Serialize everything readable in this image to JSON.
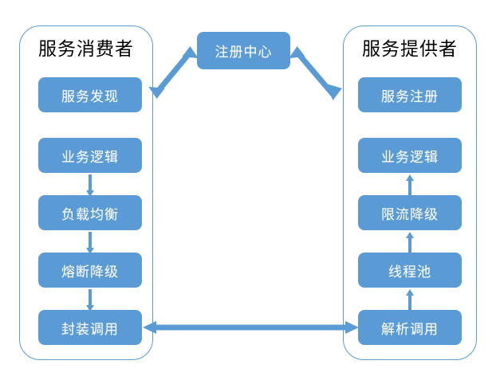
{
  "diagram": {
    "title_consumer": "服务消费者",
    "title_provider": "服务提供者",
    "registry": {
      "label": "注册中心"
    },
    "colors": {
      "node_fill": "#5B9BD5",
      "node_text": "#FFFFFF",
      "panel_border": "#5B9BD5",
      "panel_fill": "#FFFFFF",
      "arrow": "#5B9BD5",
      "title_text": "#000000",
      "background": "#FFFFFF"
    },
    "consumer": {
      "title": "服务消费者",
      "nodes": [
        {
          "label": "服务发现"
        },
        {
          "label": "业务逻辑"
        },
        {
          "label": "负载均衡"
        },
        {
          "label": "熔断降级"
        },
        {
          "label": "封装调用"
        }
      ]
    },
    "provider": {
      "title": "服务提供者",
      "nodes": [
        {
          "label": "服务注册"
        },
        {
          "label": "业务逻辑"
        },
        {
          "label": "限流降级"
        },
        {
          "label": "线程池"
        },
        {
          "label": "解析调用"
        }
      ]
    },
    "connectors": [
      {
        "name": "consumer-discovery-to-registry",
        "kind": "double-diagonal",
        "direction": "bidirectional"
      },
      {
        "name": "registry-to-provider-register",
        "kind": "double-diagonal",
        "direction": "bidirectional"
      },
      {
        "name": "consumer-invoke-to-provider-parse",
        "kind": "double-horizontal",
        "direction": "bidirectional"
      },
      {
        "name": "consumer-logic-to-loadbalance",
        "kind": "vertical",
        "direction": "down"
      },
      {
        "name": "consumer-loadbalance-to-circuitbreak",
        "kind": "vertical",
        "direction": "down"
      },
      {
        "name": "consumer-circuitbreak-to-invoke",
        "kind": "vertical",
        "direction": "down"
      },
      {
        "name": "provider-ratelimit-to-logic",
        "kind": "vertical",
        "direction": "up"
      },
      {
        "name": "provider-threadpool-to-ratelimit",
        "kind": "vertical",
        "direction": "up"
      },
      {
        "name": "provider-parse-to-threadpool",
        "kind": "vertical",
        "direction": "up"
      }
    ]
  }
}
